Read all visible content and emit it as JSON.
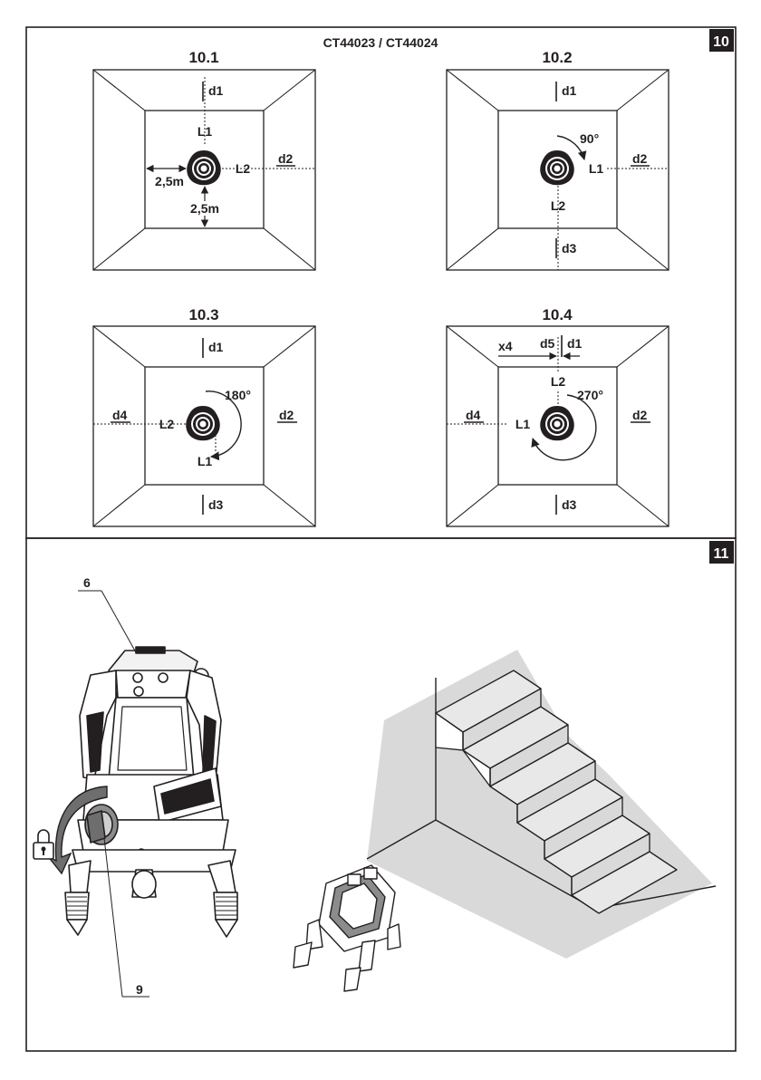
{
  "section_10": {
    "badge": "10",
    "title": "CT44023 / CT44024",
    "panels": [
      {
        "id": "10.1",
        "labels": {
          "d1": "d1",
          "d2": "d2",
          "L1": "L1",
          "L2": "L2",
          "dist_horizontal": "2,5m",
          "dist_vertical": "2,5m"
        }
      },
      {
        "id": "10.2",
        "labels": {
          "d1": "d1",
          "d2": "d2",
          "d3": "d3",
          "L1": "L1",
          "L2": "L2",
          "angle": "90°"
        }
      },
      {
        "id": "10.3",
        "labels": {
          "d1": "d1",
          "d2": "d2",
          "d3": "d3",
          "d4": "d4",
          "L1": "L1",
          "L2": "L2",
          "angle": "180°"
        }
      },
      {
        "id": "10.4",
        "labels": {
          "d1": "d1",
          "d2": "d2",
          "d3": "d3",
          "d4": "d4",
          "d5": "d5",
          "x4": "x4",
          "L1": "L1",
          "L2": "L2",
          "angle": "270°"
        }
      }
    ]
  },
  "section_11": {
    "badge": "11",
    "callouts": {
      "top_button_panel": "6",
      "lock_knob": "9"
    },
    "lock_icon": "padlock-icon"
  },
  "colors": {
    "ink": "#231f20",
    "badge_bg": "#231f20",
    "wall_gray": "#d9d9d9",
    "paper": "#ffffff"
  }
}
